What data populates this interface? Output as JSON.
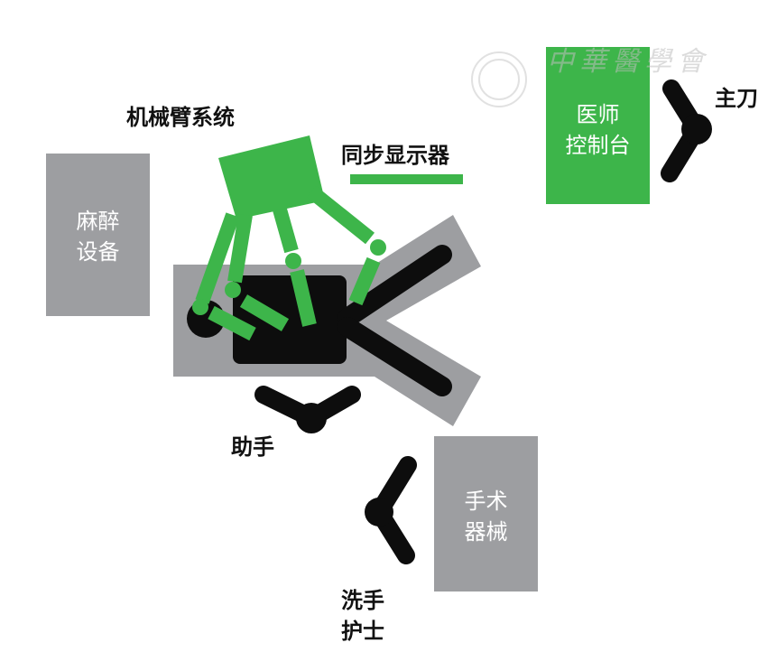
{
  "watermark": "中華醫學會",
  "colors": {
    "green": "#3db54a",
    "gray": "#9d9ea1",
    "black": "#0d0d0d"
  },
  "labels": {
    "robot_arm_system": "机械臂系统",
    "sync_display": "同步显示器",
    "surgeon": "主刀",
    "assistant": "助手",
    "scrub_nurse_line1": "洗手",
    "scrub_nurse_line2": "护士"
  },
  "boxes": {
    "anesthesia_line1": "麻醉",
    "anesthesia_line2": "设备",
    "console_line1": "医师",
    "console_line2": "控制台",
    "instruments_line1": "手术",
    "instruments_line2": "器械"
  }
}
